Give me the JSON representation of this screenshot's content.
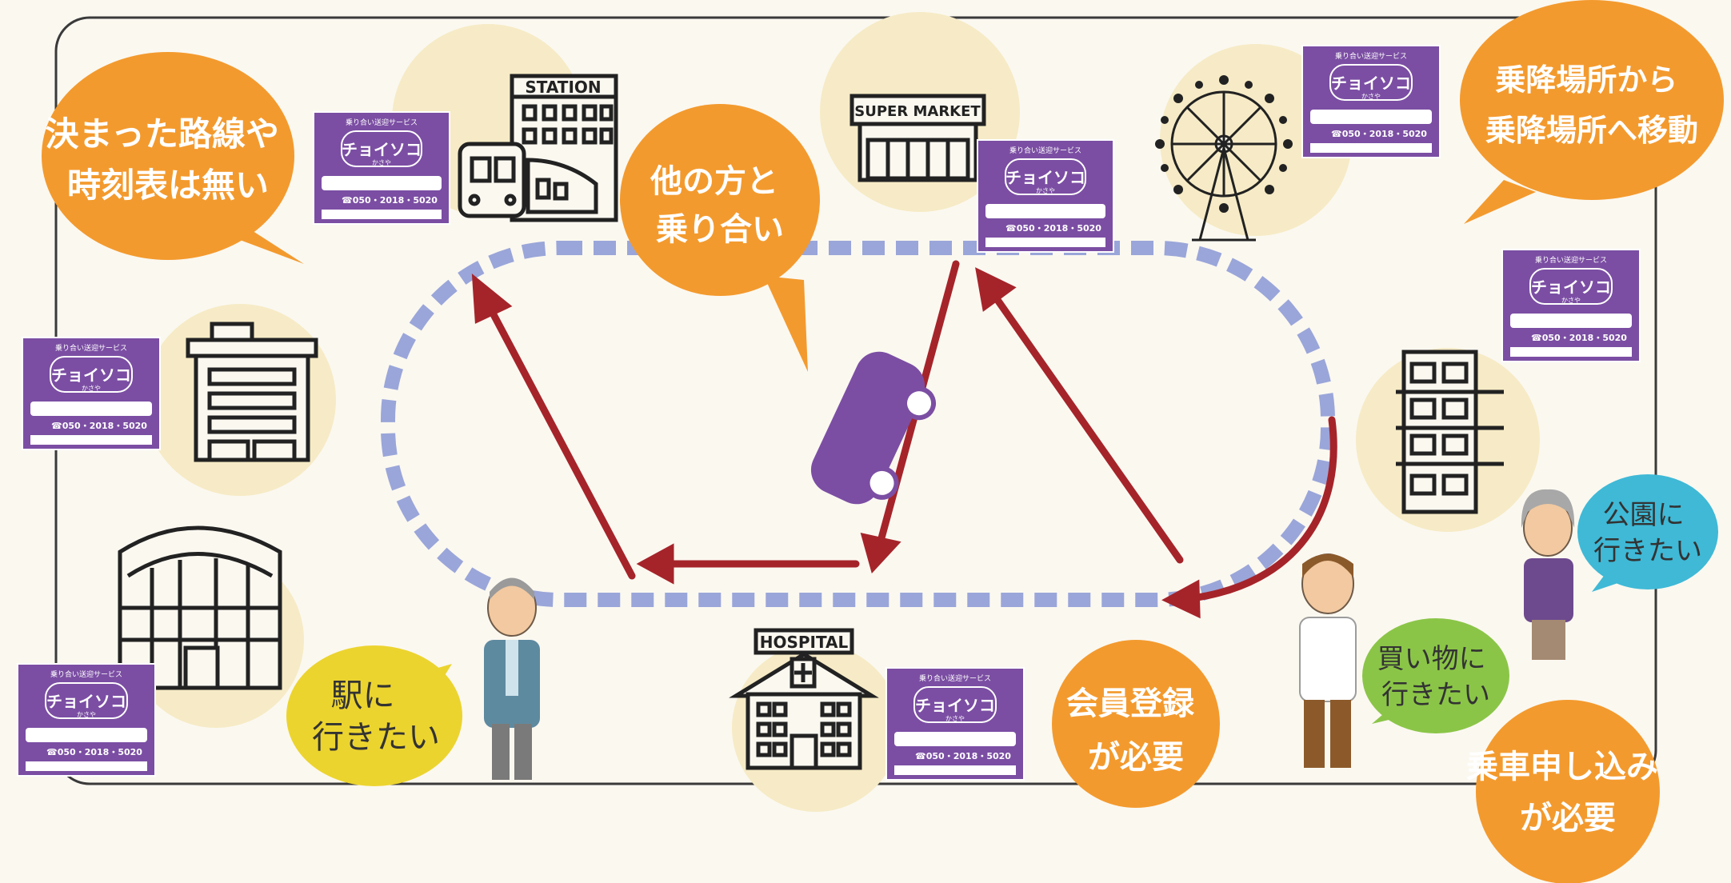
{
  "buildings": {
    "station_sign": "STATION",
    "supermarket_sign": "SUPER MARKET",
    "hospital_sign": "HOSPITAL"
  },
  "bubbles": {
    "no_fixed_route": [
      "決まった路線や",
      "時刻表は無い"
    ],
    "shared_ride": [
      "他の方と",
      "乗り合い"
    ],
    "stop_to_stop": [
      "乗降場所から",
      "乗降場所へ移動"
    ],
    "membership": [
      "会員登録",
      "が必要"
    ],
    "ride_request": [
      "乗車申し込み",
      "が必要"
    ]
  },
  "wishes": {
    "station": [
      "駅に",
      "行きたい"
    ],
    "shopping": [
      "買い物に",
      "行きたい"
    ],
    "park": [
      "公園に",
      "行きたい"
    ]
  },
  "magnet": {
    "header": "乗り合い送迎サービス",
    "brand": "チョイソコ",
    "sub": "かさや",
    "phone": "☎050・2018・5020"
  },
  "colors": {
    "orange": "#f39a2e",
    "purple": "#7b4ea3",
    "route_arrow": "#a5242a",
    "dash_loop": "#9aa6d9",
    "beige_circle": "#f6ebc6",
    "yellow_bubble": "#ecd42f",
    "green_bubble": "#8bc548",
    "blue_bubble": "#3fb9d6"
  }
}
